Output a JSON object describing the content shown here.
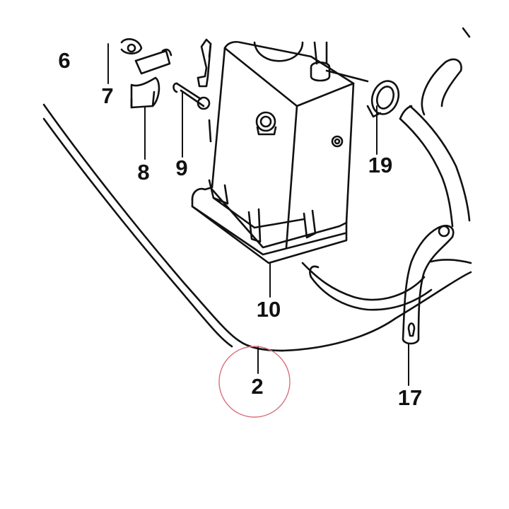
{
  "diagram": {
    "callouts": [
      {
        "id": "c6",
        "text": "6"
      },
      {
        "id": "c7",
        "text": "7"
      },
      {
        "id": "c8",
        "text": "8"
      },
      {
        "id": "c9",
        "text": "9"
      },
      {
        "id": "c19",
        "text": "19"
      },
      {
        "id": "c10",
        "text": "10"
      },
      {
        "id": "c2",
        "text": "2"
      },
      {
        "id": "c17",
        "text": "17"
      }
    ],
    "highlight": {
      "target": "2",
      "color": "#d9707a"
    },
    "line_color": "#111111"
  }
}
